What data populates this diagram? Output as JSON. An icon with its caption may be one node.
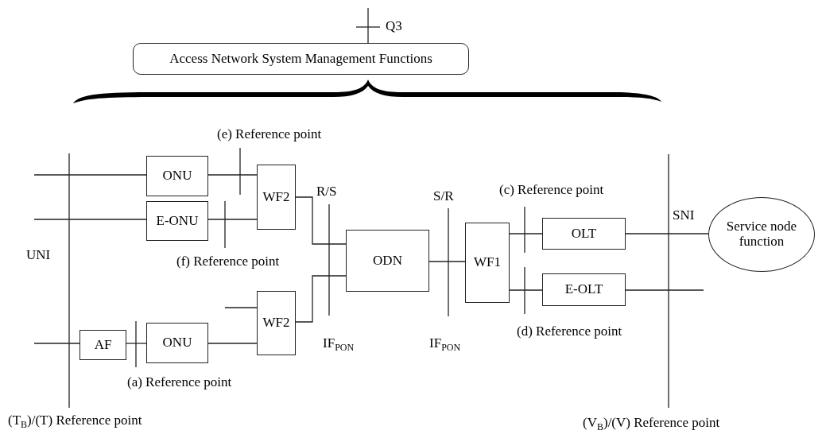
{
  "diagram": {
    "nodes": [
      {
        "text": [
          "Access Network System Management Functions"
        ]
      },
      {
        "text": [
          "ONU"
        ]
      },
      {
        "text": [
          "E-ONU"
        ]
      },
      {
        "text": [
          "WF2"
        ]
      },
      {
        "text": [
          "ODN"
        ]
      },
      {
        "text": [
          "AF"
        ]
      },
      {
        "text": [
          "ONU"
        ]
      },
      {
        "text": [
          "WF2"
        ]
      },
      {
        "text": [
          "WF1"
        ]
      },
      {
        "text": [
          "OLT"
        ]
      },
      {
        "text": [
          "E-OLT"
        ]
      },
      {
        "text": [
          "Service node function"
        ]
      }
    ],
    "edges": [
      {
        "from": null,
        "to": 0,
        "arrow": "none"
      },
      {
        "from": null,
        "to": 1,
        "arrow": "none"
      },
      {
        "from": null,
        "to": 2,
        "arrow": "none"
      },
      {
        "from": null,
        "to": 5,
        "arrow": "none"
      },
      {
        "from": 5,
        "to": 6,
        "arrow": "none"
      },
      {
        "from": 1,
        "to": 3,
        "arrow": "none"
      },
      {
        "from": 2,
        "to": 3,
        "arrow": "none"
      },
      {
        "from": 6,
        "to": 7,
        "arrow": "none"
      },
      {
        "from": null,
        "to": 7,
        "arrow": "none"
      },
      {
        "from": 3,
        "to": 4,
        "arrow": "none"
      },
      {
        "from": 7,
        "to": 4,
        "arrow": "none"
      },
      {
        "from": 4,
        "to": 8,
        "arrow": "none"
      },
      {
        "from": 8,
        "to": 9,
        "arrow": "none"
      },
      {
        "from": 8,
        "to": 10,
        "arrow": "none"
      },
      {
        "from": 9,
        "to": 11,
        "arrow": "none"
      },
      {
        "from": 10,
        "to": null,
        "arrow": "none"
      }
    ],
    "labels": [
      "Q3",
      "(e) Reference point",
      "(c) Reference point",
      "R/S",
      "S/R",
      "SNI",
      "UNI",
      "(f) Reference point",
      "(d) Reference point",
      "IF$_{PON}$",
      "IF$_{PON}$",
      "(a) Reference point",
      "(T$_{B}$)/(T) Reference point",
      "(V$_{B}$)/(V) Reference point"
    ]
  }
}
